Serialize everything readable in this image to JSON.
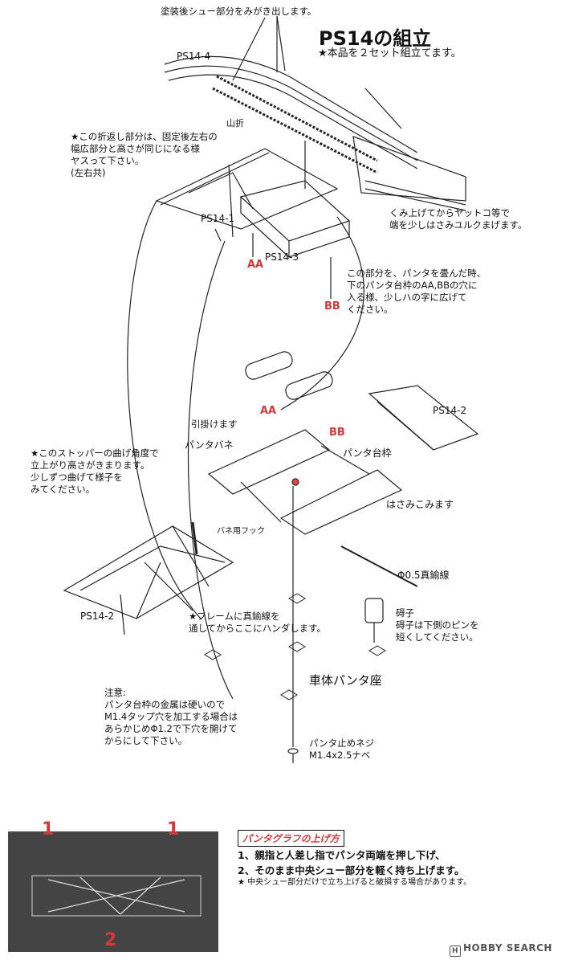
{
  "title": "PS14の組立",
  "subtitle": "★本品を２セット組立てます。",
  "notes": {
    "shoe_polish": "塗装後シュー部分をみがき出します。",
    "fold_back": "★この折返し部分は、固定後左右の\n幅広部分と高さが同じになる様\nヤスって下さい。\n(左右共)",
    "yattoko": "くみ上げてからヤットコ等で\n端を少しはさみユルクまげます。",
    "fold_part": "この部分を、パンタを畳んだ時、\n下のパンタ台枠のAA,BBの穴に\n入る様、少しハの字に広げて\nください。",
    "hook": "引掛けます",
    "stopper": "★このストッパーの曲げ角度で\n立上がり高さがきまります。\n少しずつ曲げて様子を\nみてください。",
    "solder": "★フレームに真鍮線を\n通してからここにハンダします。",
    "insulator": "碍子\n碍子は下側のピンを\n短くしてください。",
    "caution": "注意:\nパンタ台枠の金属は硬いので\nM1.4タップ穴を加工する場合は\nあらかじめΦ1.2で下穴を開けて\nからにして下さい。",
    "screw": "パンタ止めネジ\nM1.4x2.5ナベ"
  },
  "labels": {
    "ps14_4": "PS14-4",
    "ps14_1": "PS14-1",
    "ps14_3": "PS14-3",
    "ps14_2_top": "PS14-2",
    "ps14_2_left": "PS14-2",
    "yamaori": "山折",
    "aa_top": "AA",
    "bb_top": "BB",
    "aa_mid": "AA",
    "bb_mid": "BB",
    "panta_spring": "パンタバネ",
    "panta_frame": "パンタ台枠",
    "sandwich": "はさみこみます",
    "spring_hook": "バネ用フック",
    "brass_wire": "Φ0.5真鍮線",
    "body_seat": "車体パンタ座"
  },
  "raise": {
    "header": "パンタグラフの上げ方",
    "steps": [
      "1、親指と人差し指でパンタ両端を押し下げ、",
      "2、そのまま中央シュー部分を軽く持ち上げます。"
    ],
    "warning": "★ 中央シュー部分だけで立ち上げると破損する場合があります。",
    "arrow_1a": "1",
    "arrow_1b": "1",
    "arrow_2": "2"
  },
  "watermark": "HOBBY SEARCH",
  "colors": {
    "accent_red": "#d23a3a",
    "ink": "#111111"
  }
}
